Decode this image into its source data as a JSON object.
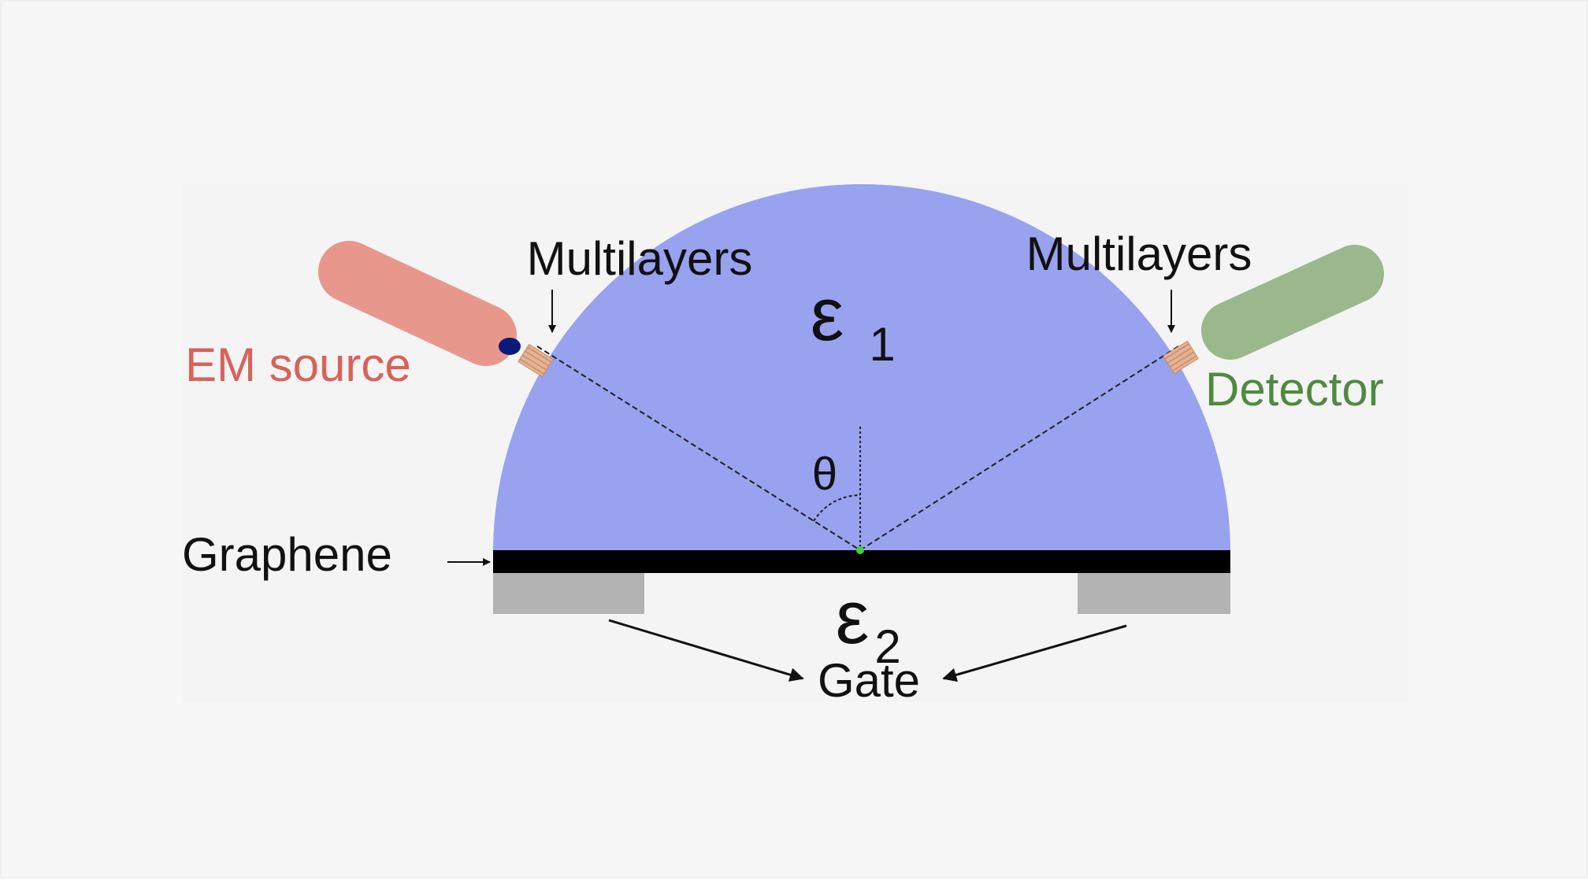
{
  "labels": {
    "em_source": "EM source",
    "detector": "Detector",
    "multilayers_left": "Multilayers",
    "multilayers_right": "Multilayers",
    "graphene": "Graphene",
    "gate": "Gate",
    "theta": "θ",
    "epsilon1_symbol": "ε",
    "epsilon1_sub": "1",
    "epsilon2_symbol": "ε",
    "epsilon2_sub": "2"
  },
  "colors": {
    "frame_background": "#f7f7f7",
    "panel_background": "#f4f4f4",
    "prism": "#98a2ef",
    "source_body": "#e8978d",
    "source_text": "#d8625b",
    "source_tip": "#0a1a7a",
    "detector_body": "#9ab88c",
    "detector_text": "#4f8a3e",
    "multilayer": "#e6b392",
    "graphene_sheet": "#000000",
    "gate": "#b3b3b3",
    "reflection_point": "#3bd43b",
    "text": "#111111"
  }
}
